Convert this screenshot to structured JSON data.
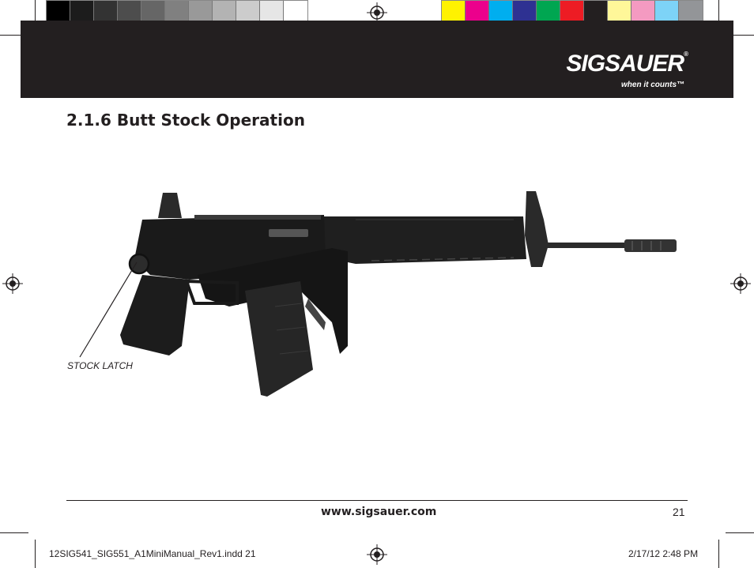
{
  "header": {
    "logo_text": "SIGSAUER",
    "logo_reg": "®",
    "tagline": "when it counts™",
    "band_color": "#231f20"
  },
  "color_bars": {
    "grayscale": [
      "#000000",
      "#1c1c1c",
      "#333333",
      "#4d4d4d",
      "#666666",
      "#808080",
      "#999999",
      "#b3b3b3",
      "#cccccc",
      "#e6e6e6",
      "#ffffff"
    ],
    "process": [
      "#fff200",
      "#ec008c",
      "#00aeef",
      "#2e3192",
      "#00a651",
      "#ed1c24",
      "#231f20",
      "#fff799",
      "#f49ac1",
      "#7dd3f7",
      "#939598"
    ]
  },
  "section": {
    "title": "2.1.6 Butt Stock Operation"
  },
  "figure": {
    "callout_label": "STOCK LATCH",
    "subject": "rifle-with-folding-stock"
  },
  "footer": {
    "url": "www.sigsauer.com",
    "page_number": "21"
  },
  "print_slug": {
    "file": "12SIG541_SIG551_A1MiniManual_Rev1.indd   21",
    "datetime": "2/17/12   2:48 PM"
  }
}
